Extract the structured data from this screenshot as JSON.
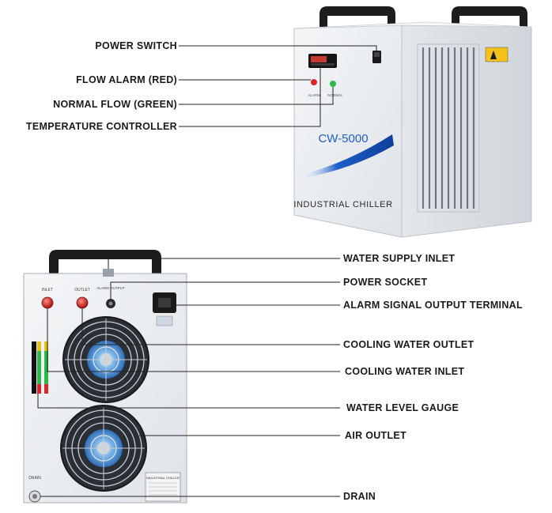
{
  "top_unit": {
    "model": "CW-5000",
    "caption": "INDUSTRIAL CHILLER",
    "alarm_led_text": "ALARM",
    "normal_led_text": "NORMAL",
    "labels": {
      "power_switch": "POWER SWITCH",
      "flow_alarm": "FLOW ALARM (RED)",
      "normal_flow": "NORMAL FLOW (GREEN)",
      "temperature_controller": "TEMPERATURE CONTROLLER"
    }
  },
  "rear_unit": {
    "inlet_text": "INLET",
    "outlet_text": "OUTLET",
    "alarm_output_text": "ALARM OUTPUT",
    "drain_text": "DRAIN",
    "nameplate_text": "INDUSTRIAL CHILLER",
    "labels": {
      "water_supply_inlet": "WATER SUPPLY INLET",
      "power_socket": "POWER SOCKET",
      "alarm_signal_output_terminal": "ALARM SIGNAL OUTPUT TERMINAL",
      "cooling_water_outlet": "COOLING WATER OUTLET",
      "cooling_water_inlet": "COOLING WATER INLET",
      "water_level_gauge": "WATER LEVEL GAUGE",
      "air_outlet": "AIR OUTLET",
      "drain": "DRAIN"
    }
  },
  "colors": {
    "cabinet": "#eceff2",
    "accent_blue": "#1e5fc8",
    "alarm_red": "#d8262a",
    "normal_green": "#2fb84a",
    "fan_blue": "#3f8fd6",
    "handle": "#1c1c1c"
  }
}
